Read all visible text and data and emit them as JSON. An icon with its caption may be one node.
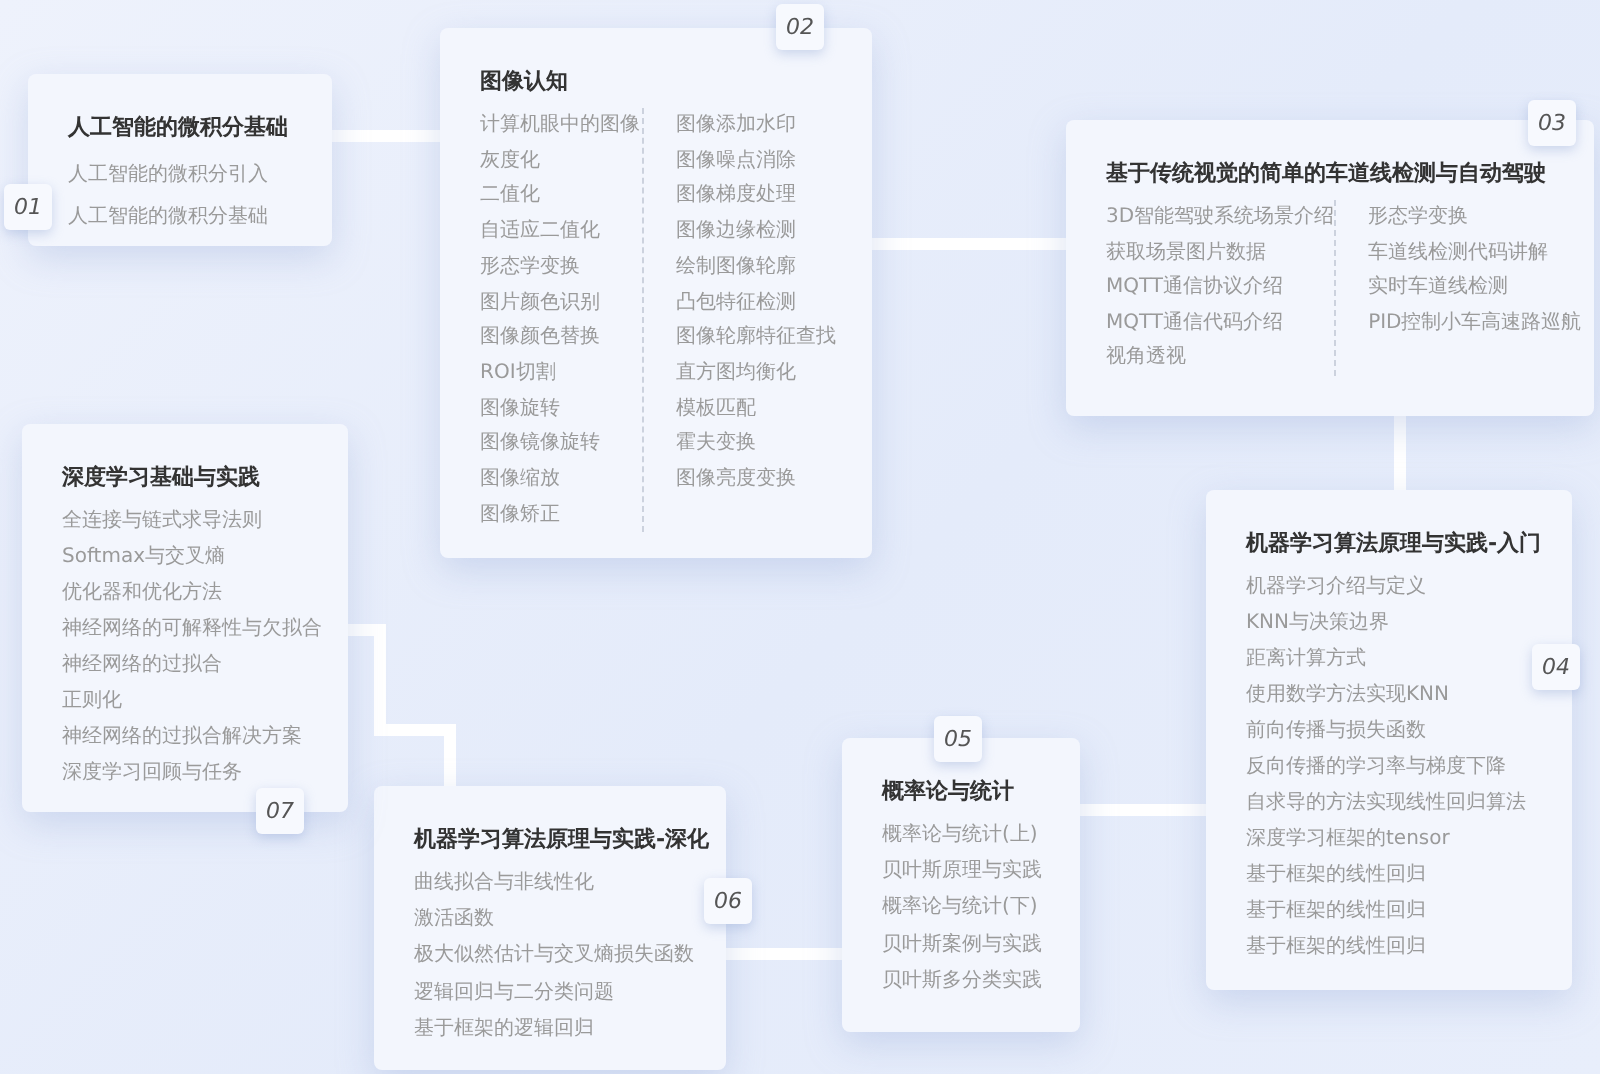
{
  "diagram": {
    "nodes": [
      {
        "text": [
          "人工智能的微积分基础",
          "人工智能的微积分引入",
          "人工智能的微积分基础"
        ]
      },
      {
        "text": [
          "图像认知",
          "计算机眼中的图像",
          "灰度化",
          "二值化",
          "自适应二值化",
          "形态学变换",
          "图片颜色识别",
          "图像颜色替换",
          "ROI切割",
          "图像旋转",
          "图像镜像旋转",
          "图像缩放",
          "图像矫正",
          "图像添加水印",
          "图像噪点消除",
          "图像梯度处理",
          "图像边缘检测",
          "绘制图像轮廓",
          "凸包特征检测",
          "图像轮廓特征查找",
          "直方图均衡化",
          "模板匹配",
          "霍夫变换",
          "图像亮度变换"
        ]
      },
      {
        "text": [
          "基于传统视觉的简单的车道线检测与自动驾驶",
          "3D智能驾驶系统场景介绍",
          "获取场景图片数据",
          "MQTT通信协议介绍",
          "MQTT通信代码介绍",
          "视角透视",
          "形态学变换",
          "车道线检测代码讲解",
          "实时车道线检测",
          "PID控制小车高速路巡航"
        ]
      },
      {
        "text": [
          "机器学习算法原理与实践-入门",
          "机器学习介绍与定义",
          "KNN与决策边界",
          "距离计算方式",
          "使用数学方法实现KNN",
          "前向传播与损失函数",
          "反向传播的学习率与梯度下降",
          "自求导的方法实现线性回归算法",
          "深度学习框架的tensor",
          "基于框架的线性回归",
          "基于框架的线性回归",
          "基于框架的线性回归"
        ]
      },
      {
        "text": [
          "概率论与统计",
          "概率论与统计(上)",
          "贝叶斯原理与实践",
          "概率论与统计(下)",
          "贝叶斯案例与实践",
          "贝叶斯多分类实践"
        ]
      },
      {
        "text": [
          "机器学习算法原理与实践-深化",
          "曲线拟合与非线性化",
          "激活函数",
          "极大似然估计与交叉熵损失函数",
          "逻辑回归与二分类问题",
          "基于框架的逻辑回归"
        ]
      },
      {
        "text": [
          "深度学习基础与实践",
          "全连接与链式求导法则",
          "Softmax与交叉熵",
          "优化器和优化方法",
          "神经网络的可解释性与欠拟合",
          "神经网络的过拟合",
          "正则化",
          "神经网络的过拟合解决方案",
          "深度学习回顾与任务"
        ]
      },
      {
        "text": [
          "01"
        ]
      },
      {
        "text": [
          "02"
        ]
      },
      {
        "text": [
          "03"
        ]
      },
      {
        "text": [
          "04"
        ]
      },
      {
        "text": [
          "05"
        ]
      },
      {
        "text": [
          "06"
        ]
      },
      {
        "text": [
          "07"
        ]
      }
    ],
    "edges": [
      {
        "from": 0,
        "to": 1,
        "arrow": "none"
      },
      {
        "from": 1,
        "to": 2,
        "arrow": "none"
      },
      {
        "from": 2,
        "to": 3,
        "arrow": "none"
      },
      {
        "from": 3,
        "to": 4,
        "arrow": "none"
      },
      {
        "from": 4,
        "to": 5,
        "arrow": "none"
      },
      {
        "from": 5,
        "to": 6,
        "arrow": "none"
      }
    ]
  }
}
